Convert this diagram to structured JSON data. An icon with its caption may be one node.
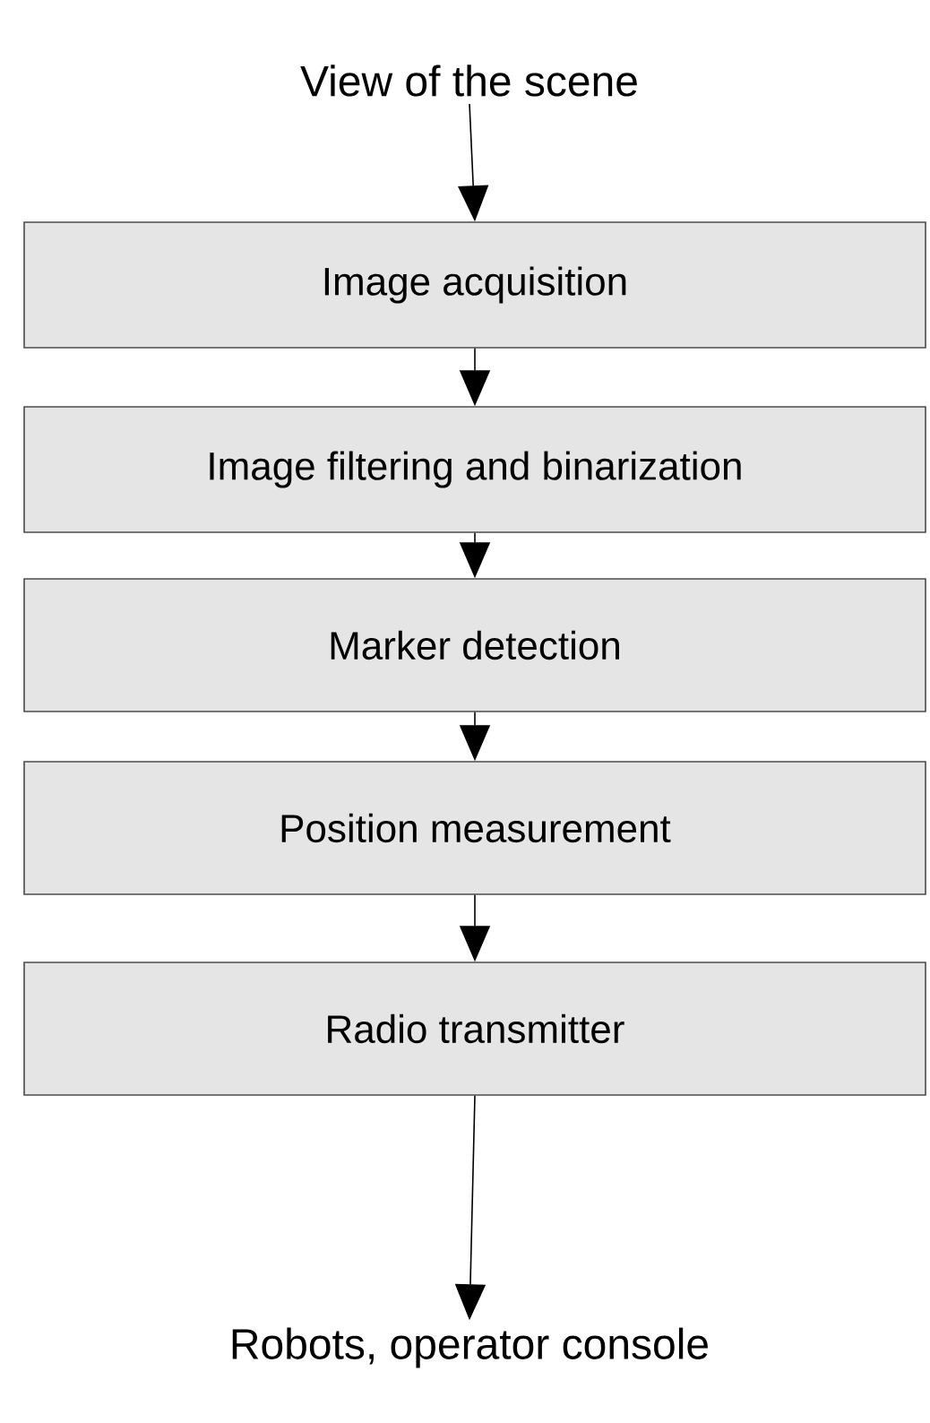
{
  "diagram": {
    "nodes": [
      {
        "text": [
          "View of the scene"
        ]
      },
      {
        "text": [
          "Image acquisition"
        ]
      },
      {
        "text": [
          "Image filtering and binarization"
        ]
      },
      {
        "text": [
          "Marker detection"
        ]
      },
      {
        "text": [
          "Position measurement"
        ]
      },
      {
        "text": [
          "Radio transmitter"
        ]
      },
      {
        "text": [
          "Robots, operator console"
        ]
      }
    ],
    "edges": [
      {
        "from": 0,
        "to": 1,
        "arrow": "to"
      },
      {
        "from": 1,
        "to": 2,
        "arrow": "to"
      },
      {
        "from": 2,
        "to": 3,
        "arrow": "to"
      },
      {
        "from": 3,
        "to": 4,
        "arrow": "to"
      },
      {
        "from": 4,
        "to": 5,
        "arrow": "to"
      },
      {
        "from": 5,
        "to": 6,
        "arrow": "to"
      }
    ]
  }
}
